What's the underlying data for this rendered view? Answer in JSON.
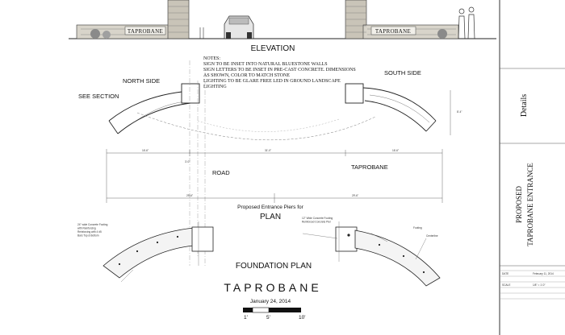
{
  "elevation": {
    "sign_text": "TAPROBANE",
    "title": "ELEVATION"
  },
  "notes": {
    "heading": "NOTES:",
    "lines": [
      "SIGN TO BE INSET INTO NATURAL BLUESTONE WALLS",
      "SIGN LETTERS TO BE INSET IN PRE-CAST CONCRETE. DIMENSIONS",
      "AS SHOWN, COLOR TO MATCH STONE",
      "LIGHTING TO BE GLARE FREE LED IN GROUND LANDSCAPE",
      "LIGHTING"
    ]
  },
  "plan": {
    "north_side": "NORTH SIDE",
    "south_side": "SOUTH SIDE",
    "see_section": "SEE SECTION",
    "road": "ROAD",
    "taprobane": "TAPROBANE",
    "caption": "Proposed Entrance Piers for",
    "title": "PLAN",
    "dims": {
      "north_span": "16'-6\"",
      "middle_span": "31'-0\"",
      "south_span": "16'-6\"",
      "overall_left": "29'-6\"",
      "overall_right": "29'-6\"",
      "depth": "8'-4\"",
      "pier": "3'-0\""
    }
  },
  "foundation": {
    "title": "FOUNDATION PLAN",
    "labels_left": [
      "24\" wide Concrete Footing",
      "with Reinforcing",
      "Reinforcing with 4 #5",
      "Bars Top & Bottom"
    ],
    "labels_right": [
      "12\" Wide Concrete Footing",
      "Reinforced Concrete Pier"
    ],
    "label_footing": "Footing",
    "label_centerline": "Centerline"
  },
  "project": {
    "name": "TAPROBANE",
    "date": "January 24, 2014",
    "scale_ticks": [
      "1'",
      "5'",
      "10'"
    ]
  },
  "title_block": {
    "section": "Details",
    "line1": "PROPOSED",
    "line2": "TAPROBANE ENTRANCE",
    "rows": [
      {
        "label": "DATE",
        "value": "February 11, 2014"
      },
      {
        "label": "",
        "value": ""
      },
      {
        "label": "SCALE",
        "value": "1/8\" = 1'-0\""
      },
      {
        "label": "",
        "value": ""
      },
      {
        "label": "",
        "value": ""
      },
      {
        "label": "",
        "value": ""
      }
    ]
  }
}
